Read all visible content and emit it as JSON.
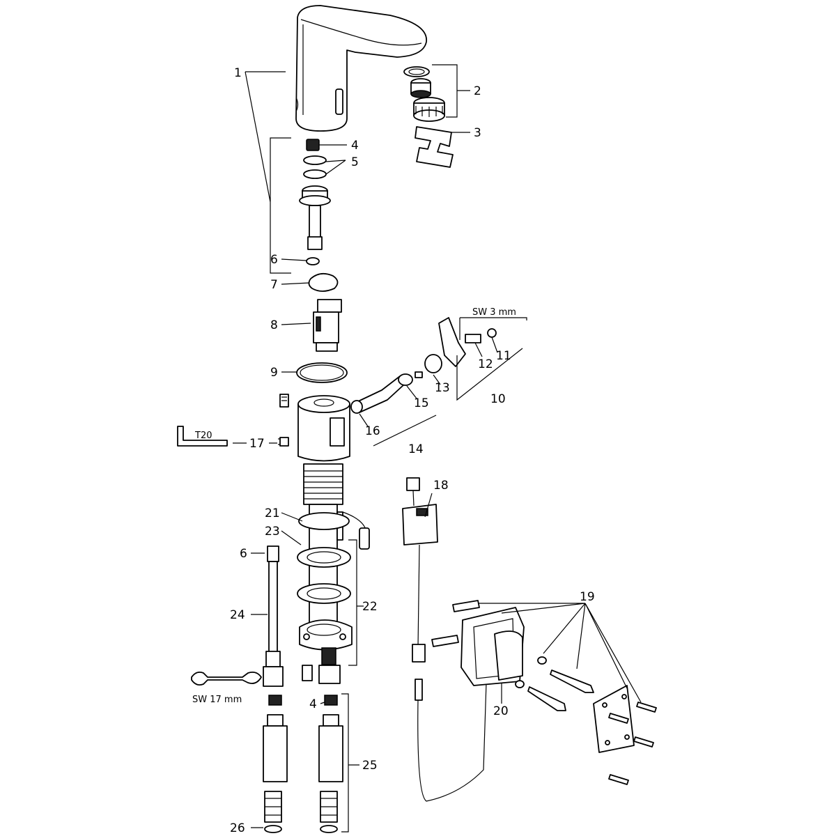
{
  "labels": {
    "p1": "1",
    "p2": "2",
    "p3": "3",
    "p4a": "4",
    "p5": "5",
    "p6a": "6",
    "p7": "7",
    "p8": "8",
    "p9": "9",
    "p10": "10",
    "p11": "11",
    "p12": "12",
    "p13": "13",
    "p14": "14",
    "p15": "15",
    "p16": "16",
    "p17": "17",
    "p18": "18",
    "p19": "19",
    "p20": "20",
    "p21": "21",
    "p22": "22",
    "p23": "23",
    "p6b": "6",
    "p24": "24",
    "p4b": "4",
    "p25": "25",
    "p26": "26"
  },
  "tools": {
    "hex_key_top": "SW 3 mm",
    "torx_key": "T20",
    "wrench": "SW 17 mm"
  },
  "icons": {
    "spout": "faucet-spout-icon",
    "aerator": "aerator-icon",
    "sensor": "sensor-module-icon",
    "wrench": "wrench-icon",
    "hex_key": "hex-key-icon",
    "torx_key": "torx-key-icon"
  }
}
